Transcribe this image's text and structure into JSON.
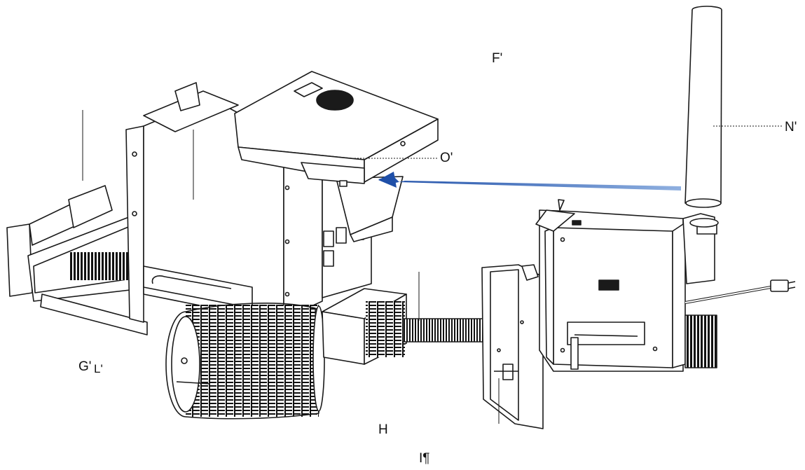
{
  "labels": {
    "f": "F'",
    "n": "N'",
    "o": "O'",
    "g": "G'",
    "l": "L'",
    "h": "H",
    "i": "I¶"
  },
  "colors": {
    "line": "#1a1a1a",
    "arrow": "#1f4fa8",
    "fill": "#ffffff",
    "grille": "#111111"
  }
}
